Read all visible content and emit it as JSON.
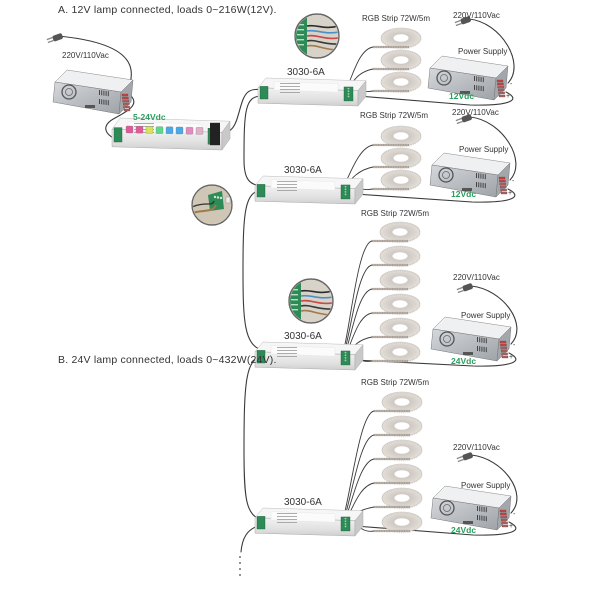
{
  "title_a": "A. 12V lamp connected, loads 0~216W(12V).",
  "title_b": "B. 24V lamp connected, loads 0~432W(24V).",
  "master": {
    "mains_label": "220V/110Vac",
    "output_voltage": "5-24Vdc"
  },
  "colors": {
    "voltage_label": "#2a9d5c",
    "wire": "#3a3a3a",
    "device_body": "#e6e6e6",
    "terminal_green": "#2e8b57"
  },
  "amplifiers": [
    {
      "model": "3030-6A",
      "strip_label": "RGB Strip  72W/5m",
      "strip_count": 3,
      "mains_label": "220V/110Vac",
      "psu_label": "Power Supply",
      "psu_voltage": "12Vdc"
    },
    {
      "model": "3030-6A",
      "strip_label": "RGB Strip  72W/5m",
      "strip_count": 3,
      "mains_label": "220V/110Vac",
      "psu_label": "Power Supply",
      "psu_voltage": "12Vdc"
    },
    {
      "model": "3030-6A",
      "strip_label": "RGB Strip  72W/5m",
      "strip_count": 6,
      "mains_label": "220V/110Vac",
      "psu_label": "Power Supply",
      "psu_voltage": "24Vdc"
    },
    {
      "model": "3030-6A",
      "strip_label": "RGB Strip  72W/5m",
      "strip_count": 6,
      "mains_label": "220V/110Vac",
      "psu_label": "Power Supply",
      "psu_voltage": "24Vdc"
    }
  ]
}
